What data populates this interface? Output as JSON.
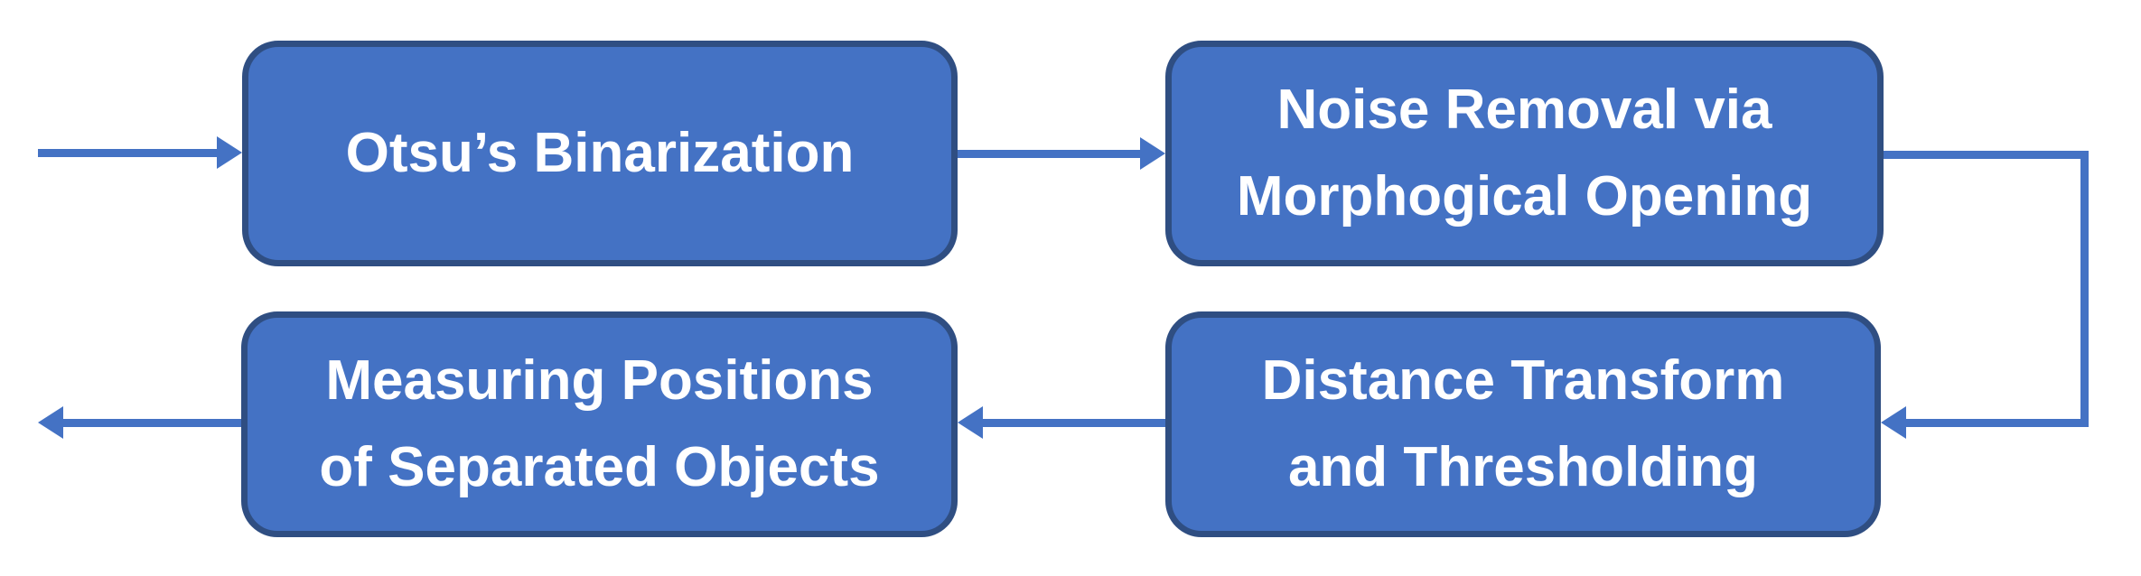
{
  "diagram": {
    "type": "flowchart",
    "background": "#FFFFFF",
    "colors": {
      "node_fill": "#4472C4",
      "node_border": "#2F4E82",
      "connector": "#4472C4",
      "text": "#FFFFFF"
    },
    "nodes": [
      {
        "id": "otsu-binarization",
        "lines": [
          "Otsu’s Binarization"
        ]
      },
      {
        "id": "noise-removal",
        "lines": [
          "Noise Removal via",
          "Morphogical Opening"
        ]
      },
      {
        "id": "distance-transform",
        "lines": [
          "Distance Transform",
          "and Thresholding"
        ]
      },
      {
        "id": "measuring-positions",
        "lines": [
          "Measuring Positions",
          "of Separated Objects"
        ]
      }
    ],
    "edges": [
      {
        "from": "input",
        "to": "otsu-binarization",
        "direction": "right"
      },
      {
        "from": "otsu-binarization",
        "to": "noise-removal",
        "direction": "right"
      },
      {
        "from": "noise-removal",
        "to": "distance-transform",
        "direction": "right-down-left"
      },
      {
        "from": "distance-transform",
        "to": "measuring-positions",
        "direction": "left"
      },
      {
        "from": "measuring-positions",
        "to": "output",
        "direction": "left"
      }
    ]
  }
}
